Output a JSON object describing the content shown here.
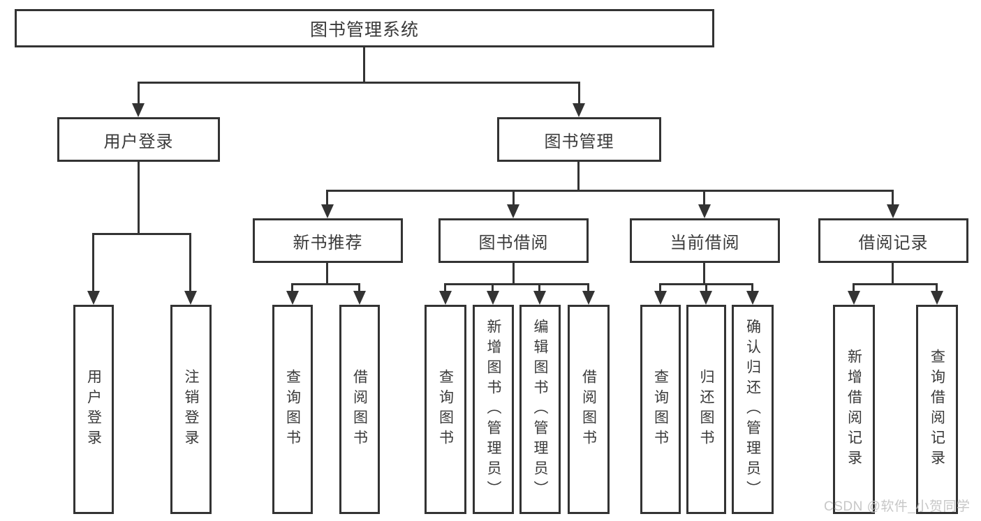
{
  "tree": {
    "root": "图书管理系统",
    "branches": [
      {
        "label": "用户登录",
        "children": [
          "用户登录",
          "注销登录"
        ]
      },
      {
        "label": "图书管理",
        "children": [
          {
            "label": "新书推荐",
            "children": [
              "查询图书",
              "借阅图书"
            ]
          },
          {
            "label": "图书借阅",
            "children": [
              "查询图书",
              "新增图书（管理员）",
              "编辑图书（管理员）",
              "借阅图书"
            ]
          },
          {
            "label": "当前借阅",
            "children": [
              "查询图书",
              "归还图书",
              "确认归还（管理员）"
            ]
          },
          {
            "label": "借阅记录",
            "children": [
              "新增借阅记录",
              "查询借阅记录"
            ]
          }
        ]
      }
    ]
  },
  "watermark": "CSDN @软件_小贺同学",
  "colors": {
    "line": "#333333",
    "text": "#3a3a3a",
    "watermark": "#c4c4c4",
    "background": "#ffffff"
  }
}
